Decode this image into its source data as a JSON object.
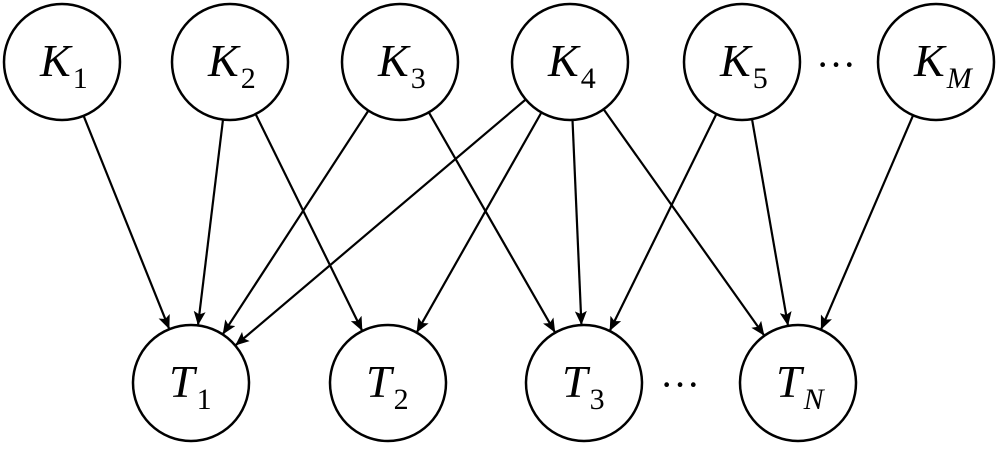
{
  "top_nodes": [
    {
      "id": "K1",
      "letter": "K",
      "sub": "1"
    },
    {
      "id": "K2",
      "letter": "K",
      "sub": "2"
    },
    {
      "id": "K3",
      "letter": "K",
      "sub": "3"
    },
    {
      "id": "K4",
      "letter": "K",
      "sub": "4"
    },
    {
      "id": "K5",
      "letter": "K",
      "sub": "5"
    },
    {
      "id": "KM",
      "letter": "K",
      "sub": "M"
    }
  ],
  "bottom_nodes": [
    {
      "id": "T1",
      "letter": "T",
      "sub": "1"
    },
    {
      "id": "T2",
      "letter": "T",
      "sub": "2"
    },
    {
      "id": "T3",
      "letter": "T",
      "sub": "3"
    },
    {
      "id": "TN",
      "letter": "T",
      "sub": "N"
    }
  ],
  "ellipses": {
    "top": "···",
    "bottom": "···"
  },
  "edges": [
    [
      "K1",
      "T1"
    ],
    [
      "K2",
      "T1"
    ],
    [
      "K2",
      "T2"
    ],
    [
      "K3",
      "T1"
    ],
    [
      "K3",
      "T3"
    ],
    [
      "K4",
      "T1"
    ],
    [
      "K4",
      "T2"
    ],
    [
      "K4",
      "T3"
    ],
    [
      "K4",
      "TN"
    ],
    [
      "K5",
      "T3"
    ],
    [
      "K5",
      "TN"
    ],
    [
      "KM",
      "TN"
    ]
  ]
}
